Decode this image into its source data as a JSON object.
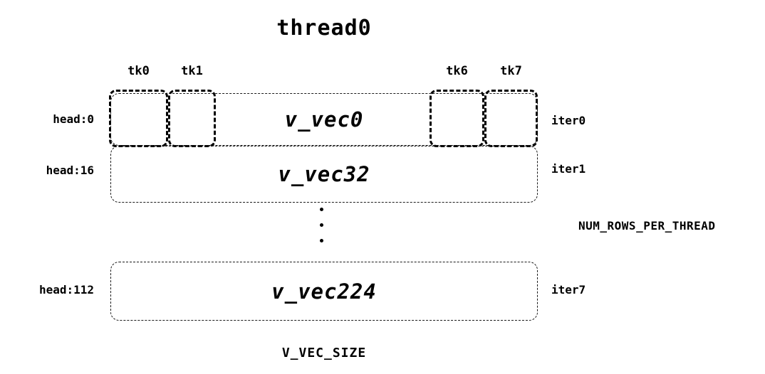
{
  "title": "thread0",
  "tick_labels": [
    {
      "label": "tk0"
    },
    {
      "label": "tk1"
    },
    {
      "label": "tk6"
    },
    {
      "label": "tk7"
    }
  ],
  "rows": [
    {
      "head": "head:0",
      "vec": "v_vec0",
      "iter": "iter0"
    },
    {
      "head": "head:16",
      "vec": "v_vec32",
      "iter": "iter1"
    },
    {
      "head": "head:112",
      "vec": "v_vec224",
      "iter": "iter7"
    }
  ],
  "right_label": "NUM_ROWS_PER_THREAD",
  "bottom_label": "V_VEC_SIZE"
}
